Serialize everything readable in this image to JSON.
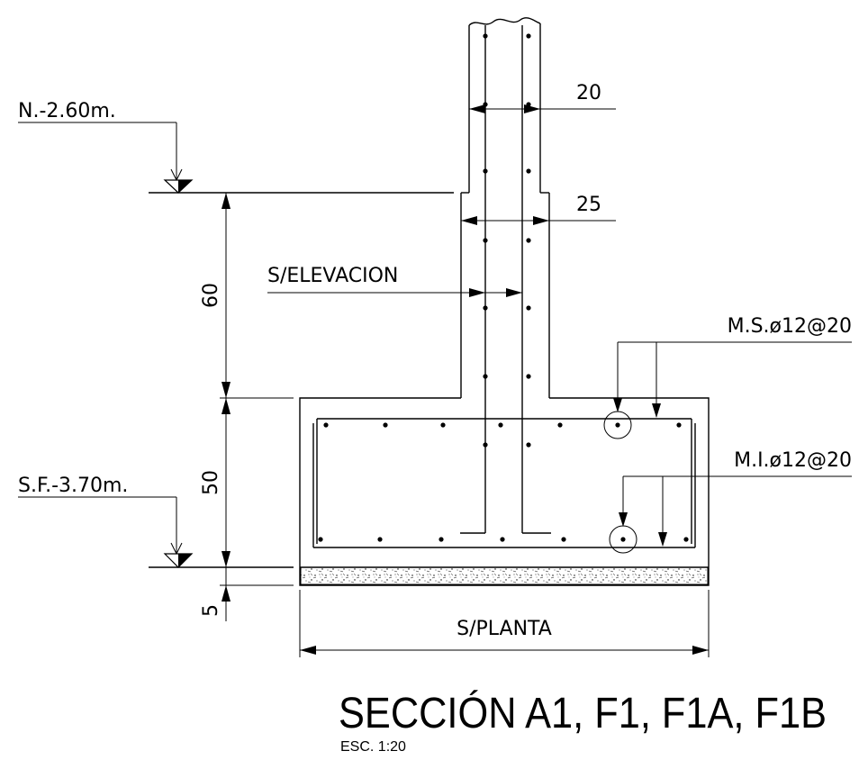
{
  "levels": {
    "top": "N.-2.60m.",
    "bottom": "S.F.-3.70m."
  },
  "dimensions": {
    "column_width": "20",
    "pedestal_width": "25",
    "height_upper": "60",
    "height_footing": "50",
    "height_base": "5"
  },
  "labels": {
    "elevation": "S/ELEVACION",
    "plan": "S/PLANTA",
    "top_rebar": "M.S.ø12@20",
    "bottom_rebar": "M.I.ø12@20"
  },
  "title": {
    "main": "SECCIÓN A1, F1, F1A, F1B",
    "scale": "ESC. 1:20"
  }
}
